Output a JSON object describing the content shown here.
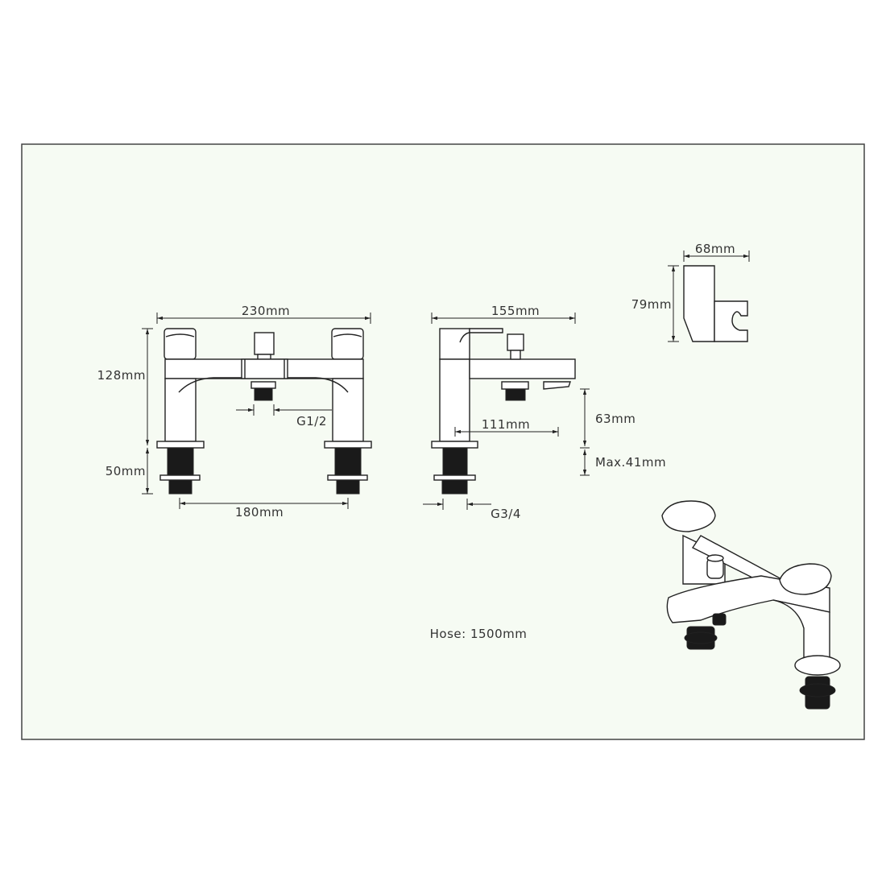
{
  "colors": {
    "background": "#ffffff",
    "sheet": "#f6fbf3",
    "line": "#222222"
  },
  "front_view": {
    "width_label": "230mm",
    "height_label": "128mm",
    "thread_length_label": "50mm",
    "centres_label": "180mm",
    "outlet_thread_label": "G1/2"
  },
  "side_view": {
    "depth_label": "155mm",
    "spout_reach_label": "111mm",
    "spout_height_label": "63mm",
    "deck_thickness_label": "Max.41mm",
    "inlet_thread_label": "G3/4"
  },
  "holder": {
    "width_label": "68mm",
    "height_label": "79mm"
  },
  "hose_label": "Hose: 1500mm"
}
